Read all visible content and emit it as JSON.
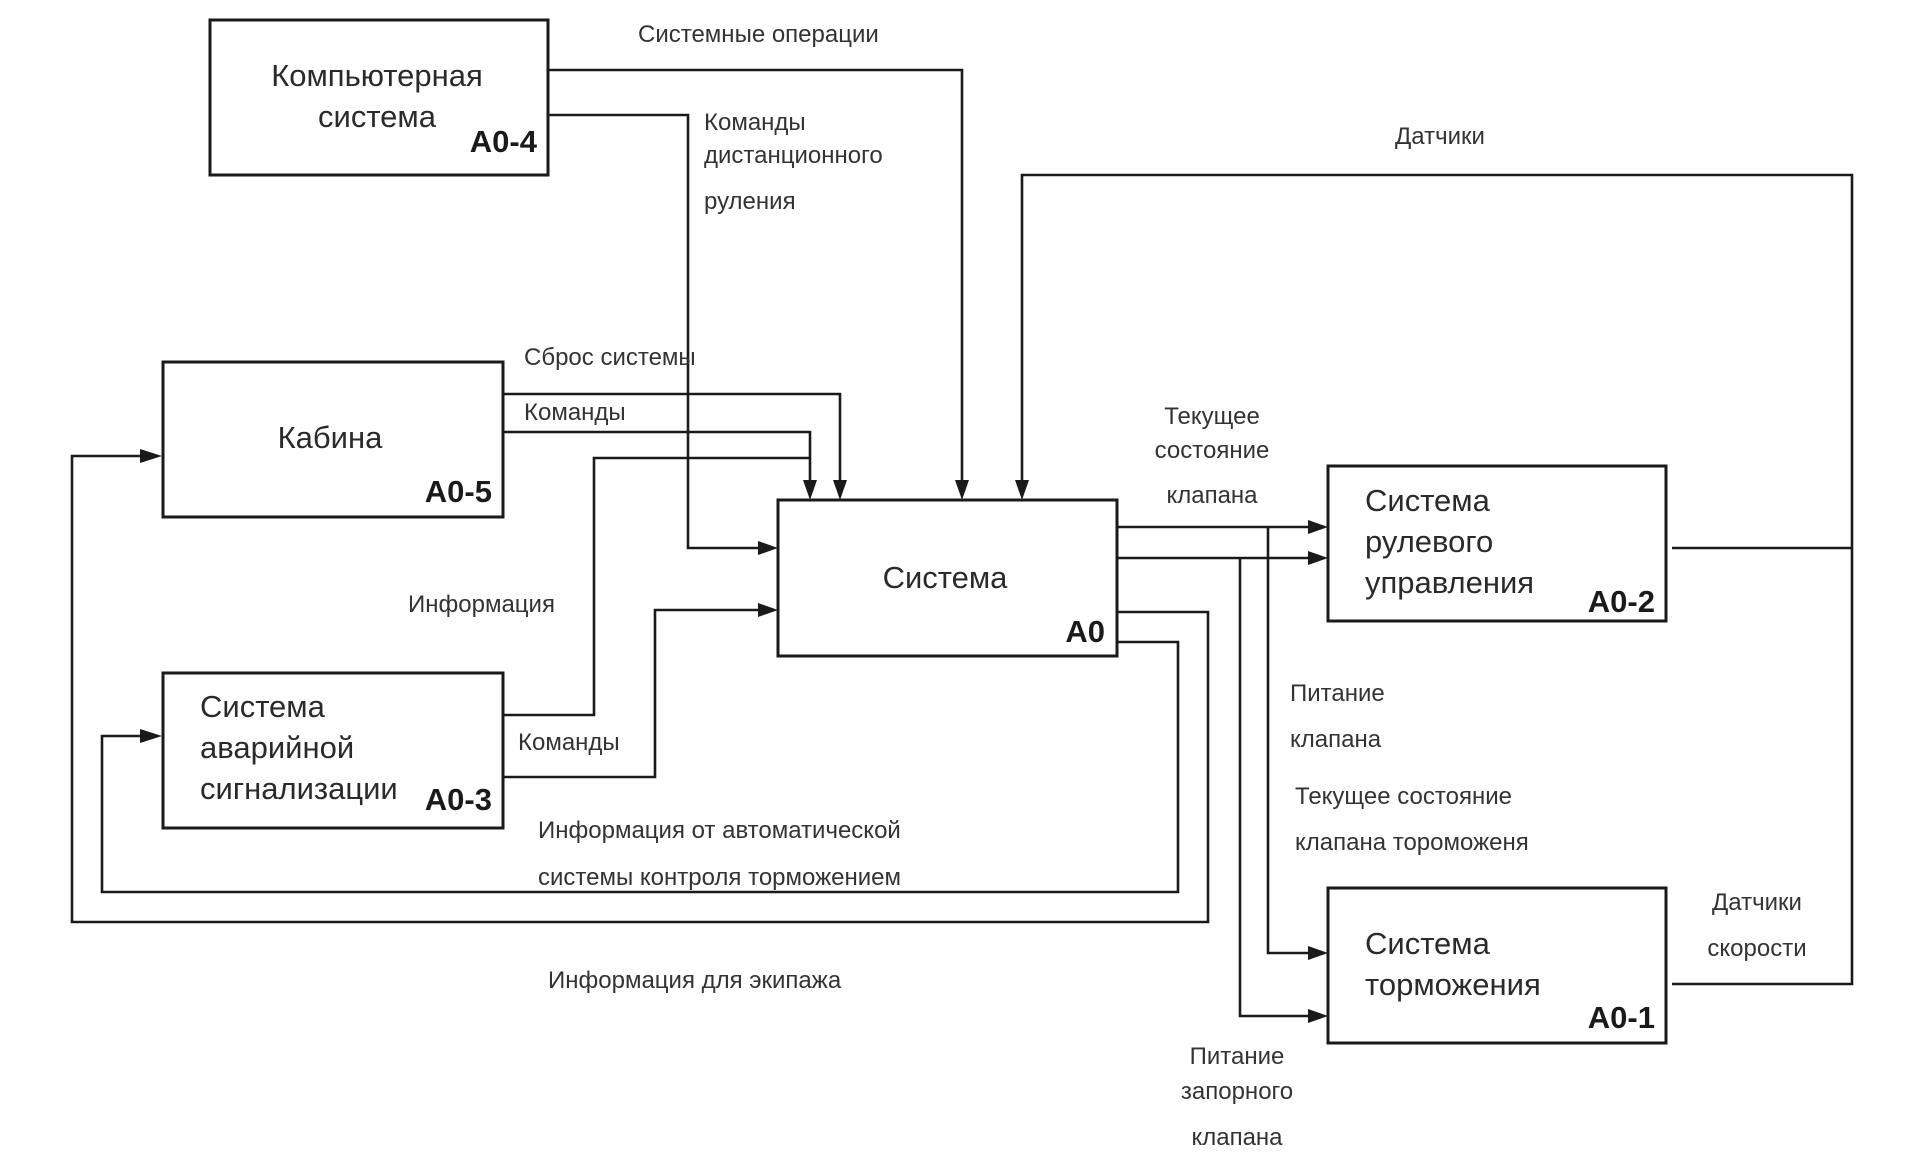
{
  "boxes": {
    "computer": {
      "title": [
        "Компьютерная",
        "система"
      ],
      "code": "A0-4"
    },
    "cabin": {
      "title": [
        "Кабина"
      ],
      "code": "A0-5"
    },
    "alarm": {
      "title": [
        "Система",
        "аварийной",
        "сигнализации"
      ],
      "code": "A0-3"
    },
    "system": {
      "title": [
        "Система"
      ],
      "code": "A0"
    },
    "steering": {
      "title": [
        "Система",
        "рулевого",
        "управления"
      ],
      "code": "A0-2"
    },
    "braking": {
      "title": [
        "Система",
        "торможения"
      ],
      "code": "A0-1"
    }
  },
  "labels": {
    "system_ops": "Системные операции",
    "remote_steering_cmds": [
      "Команды",
      "дистанционного",
      "руления"
    ],
    "sensors": "Датчики",
    "system_reset": "Сброс системы",
    "cabin_commands": "Команды",
    "information": "Информация",
    "alarm_commands": "Команды",
    "valve_state": [
      "Текущее",
      "состояние",
      "клапана"
    ],
    "valve_power": [
      "Питание",
      "клапана"
    ],
    "brake_valve_state": [
      "Текущее состояние",
      "клапана тороможеня"
    ],
    "auto_brake_info": [
      "Информация от автоматической",
      "системы контроля торможением"
    ],
    "crew_info": "Информация для экипажа",
    "speed_sensors": [
      "Датчики",
      "скорости"
    ],
    "shutoff_valve_power": [
      "Питание",
      "запорного",
      "клапана"
    ]
  }
}
